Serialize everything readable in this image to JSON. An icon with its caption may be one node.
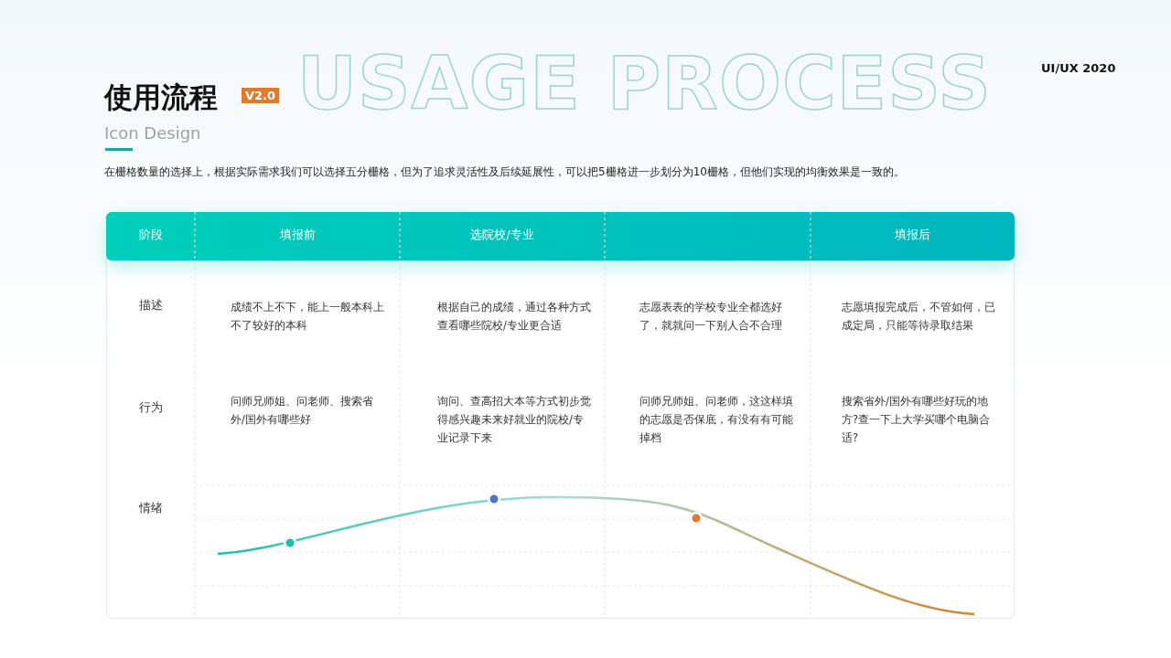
{
  "diagram": {
    "title": "使用流程",
    "labels": [
      "USAGE PROCESS",
      "UI/UX 2020",
      "V2.0",
      "Icon Design",
      "在栅格数量的选择上，根据实际需求我们可以选择五分栅格，但为了追求灵活性及后续延展性，可以把5栅格进一步划分为10栅格，但他们实现的均衡效果是一致的。",
      "阶段",
      "填报前",
      "选院校/专业",
      "填报后",
      "描述",
      "成绩不上不下，能上一般本科上不了较好的本科",
      "根据自己的成绩，通过各种方式查看哪些院校/专业更合适",
      "志愿表表的学校专业全都选好了，就就问一下别人合不合理",
      "志愿填报完成后，不管如何，已成定局，只能等待录取结果",
      "行为",
      "问师兄师姐、问老师、搜索省外/国外有哪些好",
      "询问、查高招大本等方式初步觉得感兴趣未来好就业的院校/专业记录下来",
      "问师兄师姐、问老师，这这样填的志愿是否保底，有没有有可能掉档",
      "搜索省外/国外有哪些好玩的地方?查一下上大学买哪个电脑合适?",
      "情绪"
    ]
  }
}
